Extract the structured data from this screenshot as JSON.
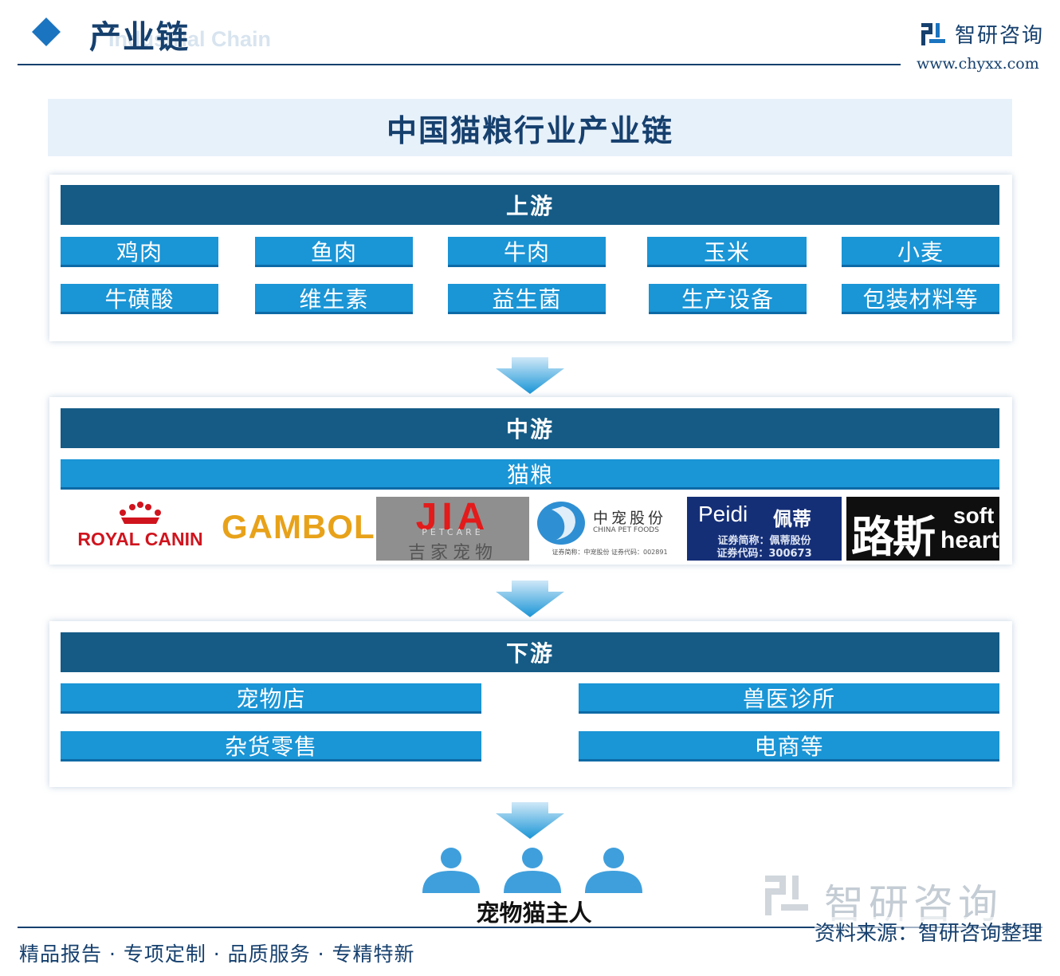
{
  "header": {
    "title": "产业链",
    "subtitle": "Industrial Chain",
    "brand_name": "智研咨询",
    "brand_url": "www.chyxx.com",
    "accent_color": "#16406e"
  },
  "diagram_title": "中国猫粮行业产业链",
  "upstream": {
    "label": "上游",
    "items": [
      "鸡肉",
      "鱼肉",
      "牛肉",
      "玉米",
      "小麦",
      "牛磺酸",
      "维生素",
      "益生菌",
      "生产设备",
      "包装材料等"
    ]
  },
  "midstream": {
    "label": "中游",
    "product": "猫粮",
    "logos": {
      "royal_canin": "ROYAL CANIN",
      "gambol": "GAMBOL",
      "jia_main": "JIA",
      "jia_sub": "PETCARE",
      "jia_cn": "吉家宠物",
      "zhongchong_cn": "中宠股份",
      "zhongchong_en": "CHINA PET FOODS",
      "zhongchong_stock": "证券简称：中宠股份   证券代码：002891",
      "peidi_en": "Peidi",
      "peidi_cn": "佩蒂",
      "peidi_line1": "证券简称：佩蒂股份",
      "peidi_line2": "证券代码：300673",
      "lusi_cn": "路斯",
      "lusi_en1": "soft",
      "lusi_en2": "heart"
    }
  },
  "downstream": {
    "label": "下游",
    "items": [
      "宠物店",
      "兽医诊所",
      "杂货零售",
      "电商等"
    ]
  },
  "consumer": {
    "label": "宠物猫主人",
    "icon": "people-icon"
  },
  "footer": {
    "slogan": "精品报告 · 专项定制 · 品质服务 · 专精特新",
    "source": "资料来源：智研咨询整理",
    "watermark": "智研咨询"
  },
  "colors": {
    "stage_header": "#155b86",
    "chip": "#1a95d6",
    "arrow": "#1a95d6",
    "title_band": "#e7f1fa"
  }
}
